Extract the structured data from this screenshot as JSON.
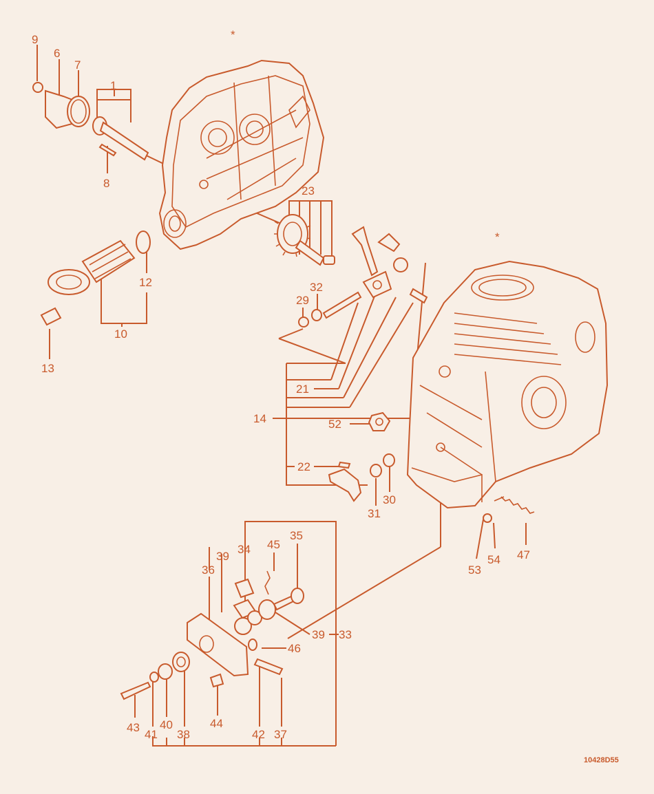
{
  "colors": {
    "ink": "#c85a2c",
    "paper": "#f8efe6"
  },
  "drawing_code": "10428D55",
  "reference_marks": [
    "*",
    "*"
  ],
  "callouts": [
    "9",
    "6",
    "7",
    "1",
    "8",
    "23",
    "12",
    "10",
    "13",
    "29",
    "32",
    "21",
    "14",
    "52",
    "22",
    "31",
    "30",
    "35",
    "34",
    "45",
    "39",
    "36",
    "39",
    "33",
    "46",
    "53",
    "54",
    "47",
    "43",
    "41",
    "40",
    "38",
    "44",
    "42",
    "37"
  ]
}
